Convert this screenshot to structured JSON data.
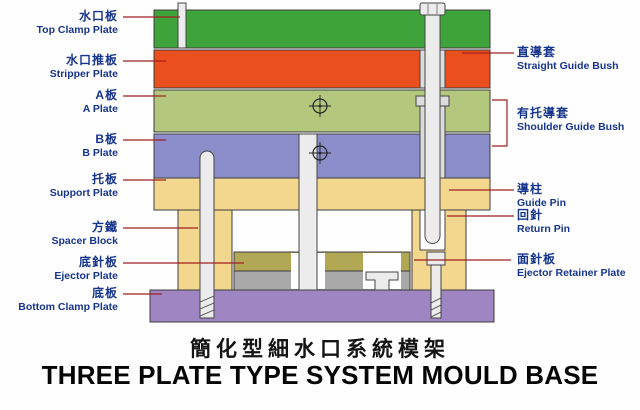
{
  "title": {
    "zh": "簡化型細水口系統模架",
    "en": "THREE PLATE TYPE SYSTEM MOULD BASE"
  },
  "labels_left": [
    {
      "zh": "水口板",
      "en": "Top Clamp Plate"
    },
    {
      "zh": "水口推板",
      "en": "Stripper Plate"
    },
    {
      "zh": "A板",
      "en": "A Plate"
    },
    {
      "zh": "B板",
      "en": "B Plate"
    },
    {
      "zh": "托板",
      "en": "Support Plate"
    },
    {
      "zh": "方鐵",
      "en": "Spacer Block"
    },
    {
      "zh": "底針板",
      "en": "Ejector Plate"
    },
    {
      "zh": "底板",
      "en": "Bottom Clamp Plate"
    }
  ],
  "labels_right": [
    {
      "zh": "直導套",
      "en": "Straight Guide Bush"
    },
    {
      "zh": "有托導套",
      "en": "Shoulder Guide Bush"
    },
    {
      "zh": "導柱",
      "en": "Guide Pin"
    },
    {
      "zh": "回針",
      "en": "Return Pin"
    },
    {
      "zh": "面針板",
      "en": "Ejector Retainer Plate"
    }
  ],
  "colors": {
    "top_clamp_plate": "#3fa33c",
    "stripper_plate": "#ea4f1d",
    "a_plate": "#b4c87d",
    "b_plate": "#8b8ecb",
    "support_plate": "#f4d78e",
    "spacer_block": "#f4d78e",
    "ejector_retainer_plate": "#b1a755",
    "ejector_plate": "#a9a9a9",
    "bottom_clamp_plate": "#9f85c2",
    "leader_line": "#a02020",
    "label_text": "#16358c"
  }
}
